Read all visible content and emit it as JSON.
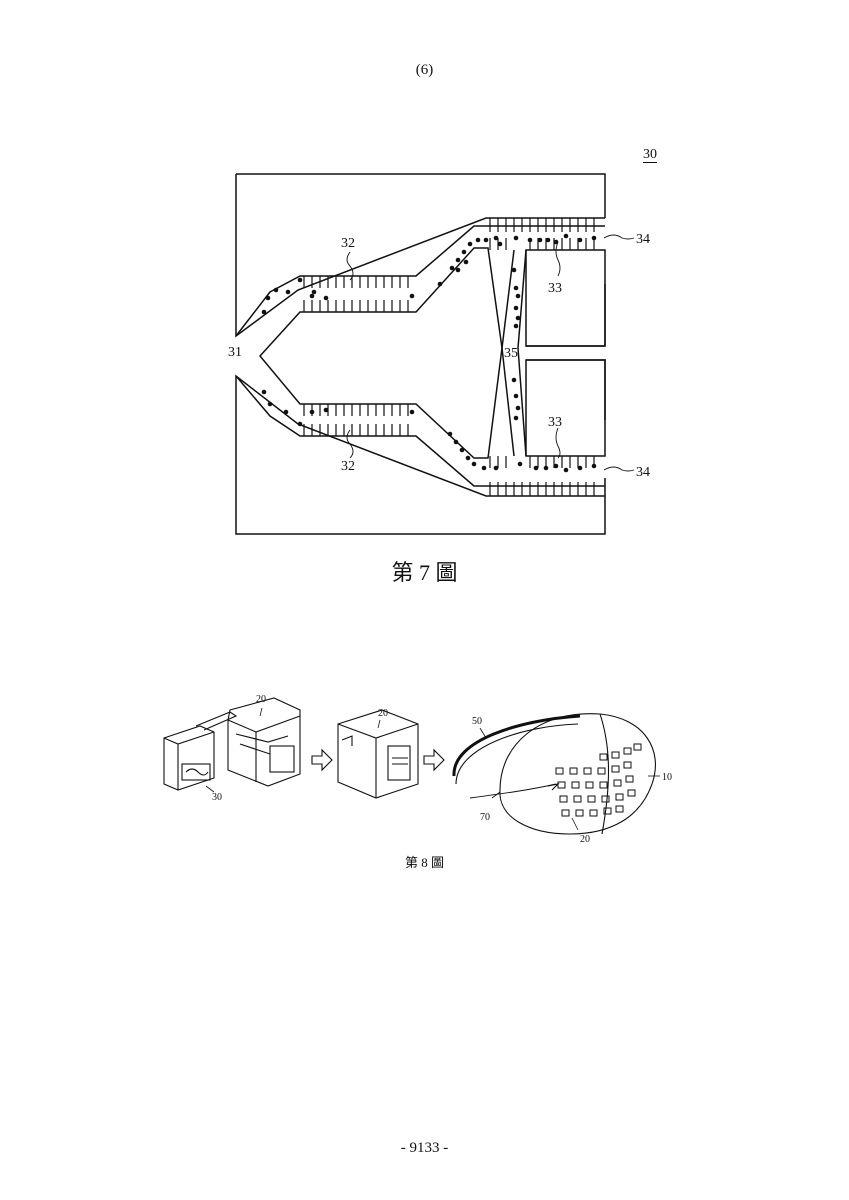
{
  "header": {
    "page_marker": "(6)"
  },
  "figure7": {
    "caption": "第 7 圖",
    "reference_number": "30",
    "labels": {
      "inlet": "31",
      "upper_channel": "32",
      "lower_channel": "32",
      "upper_chamber": "33",
      "lower_chamber": "33",
      "upper_outlet": "34",
      "lower_outlet": "34",
      "center_channel": "35"
    }
  },
  "figure8": {
    "caption": "第 8 圖",
    "labels": {
      "component_first": "20",
      "module_30": "30",
      "component_second": "20",
      "strap": "50",
      "mask_body": "10",
      "arrow": "70",
      "array": "20"
    }
  },
  "footer": {
    "page_number": "- 9133 -"
  }
}
